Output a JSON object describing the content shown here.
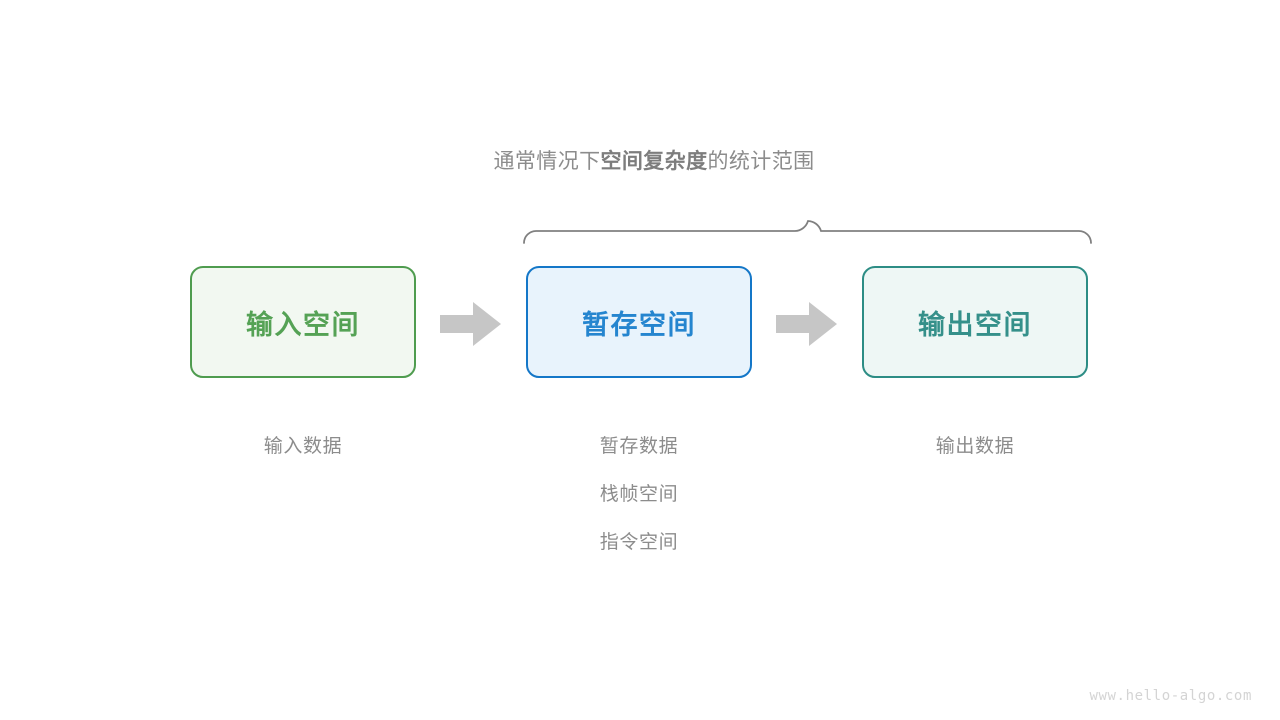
{
  "diagram": {
    "caption": {
      "prefix": "通常情况下",
      "emphasis": "空间复杂度",
      "suffix": "的统计范围"
    },
    "boxes": [
      {
        "id": "input-space",
        "title": "输入空间",
        "border_color": "#4f9c4f",
        "fill_color": "#f2f8f1",
        "text_color": "#55a255",
        "labels": [
          "输入数据"
        ]
      },
      {
        "id": "temp-space",
        "title": "暂存空间",
        "border_color": "#1477c8",
        "fill_color": "#e8f3fc",
        "text_color": "#2585cf",
        "labels": [
          "暂存数据",
          "栈帧空间",
          "指令空间"
        ]
      },
      {
        "id": "output-space",
        "title": "输出空间",
        "border_color": "#2d8d85",
        "fill_color": "#eef7f5",
        "text_color": "#35908a",
        "labels": [
          "输出数据"
        ]
      }
    ],
    "arrows": [
      {
        "id": "arrow-input-to-temp",
        "direction": "right",
        "color": "#c6c6c6"
      },
      {
        "id": "arrow-temp-to-output",
        "direction": "right",
        "color": "#c6c6c6"
      }
    ],
    "brace": {
      "color": "#808080",
      "spans": [
        "temp-space",
        "output-space"
      ]
    },
    "watermark": "www.hello-algo.com"
  }
}
